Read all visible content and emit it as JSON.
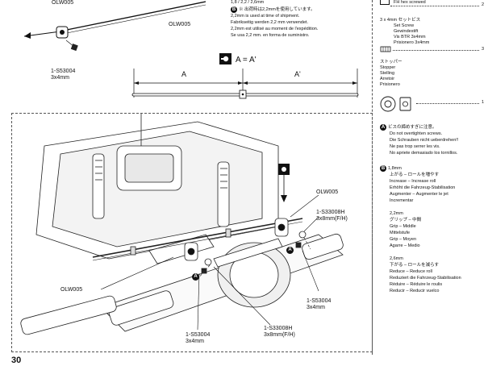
{
  "top": {
    "part_olw005_a": "OLW005",
    "part_olw005_b": "OLW005",
    "screw_code": "1-S53004",
    "screw_size": "3x4mm",
    "hex_sizes": "1,8 / 2,2 / 2,6mm",
    "hex_notes": [
      "※ 出荷時は2,2mmを使用しています。",
      "2,2mm is used at time of shipment.",
      "Fabrikseitig werden 2,2 mm verwendet.",
      "2,2mm est utilisé au moment de l'expédition.",
      "Se usa 2,2 mm. en forma de suministro."
    ],
    "equation": "A = A'",
    "dim_a": "A",
    "dim_a_prime": "A'"
  },
  "parts_list": {
    "hex_label": "FH hex screwed",
    "hex_qty": "2",
    "set_screw_lines": [
      "3 x 4mm セットビス",
      "Set Screw",
      "Gewindestift",
      "Vis BTR 3x4mm",
      "Prisionero 3x4mm"
    ],
    "set_screw_qty": "3",
    "stopper_lines": [
      "ストッパー",
      "Stopper",
      "Stelling",
      "Arretoir",
      "Prisionero"
    ],
    "stopper_qty": "1"
  },
  "notes": {
    "a_badge": "A",
    "a_lines": [
      "ビスの締めすぎに注意。",
      "Do not overtighten screws.",
      "Die Schrauben nicht ueberdrehen!!",
      "Ne pas trop serrer les vis.",
      "No apriete demasiado los tornillos."
    ],
    "b_badge": "B",
    "b_group1": [
      "1,8mm",
      "上がる – ロールを増やす",
      "Increase – Increase roll",
      "Erhöht die Fahrzeug-Stabilisation",
      "Augmenter – Augmenter le jet",
      "Incrementar"
    ],
    "b_group2": [
      "2,2mm",
      "グリップ – 中間",
      "Grip – Middle",
      "Mittelstufe",
      "Grip – Moyen",
      "Agarre – Medio"
    ],
    "b_group3": [
      "2,6mm",
      "下がる – ロールを減らす",
      "Reduce – Reduce roll",
      "Reduziert die Fahrzeug-Stabilisation",
      "Réduire – Réduire le roulis",
      "Reducir – Reducir vuelco"
    ]
  },
  "assembly": {
    "olw005_right": "OLW005",
    "s33008h_right_code": "1-S33008H",
    "s33008h_right_size": "3x8mm(F/H)",
    "olw005_left": "OLW005",
    "s53004_right_code": "1-S53004",
    "s53004_right_size": "3x4mm",
    "s53004_left_code": "1-S53004",
    "s53004_left_size": "3x4mm",
    "s33008h_bottom_code": "1-S33008H",
    "s33008h_bottom_size": "3x8mm(F/H)",
    "badge_a": "A"
  },
  "page_number": "30"
}
